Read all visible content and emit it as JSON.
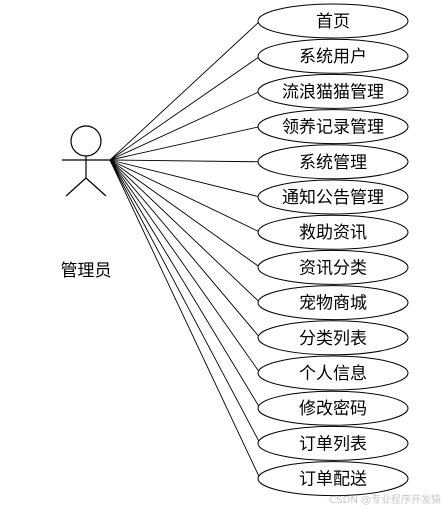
{
  "actor": {
    "label": "管理员"
  },
  "use_cases": [
    {
      "label": "首页"
    },
    {
      "label": "系统用户"
    },
    {
      "label": "流浪猫猫管理"
    },
    {
      "label": "领养记录管理"
    },
    {
      "label": "系统管理"
    },
    {
      "label": "通知公告管理"
    },
    {
      "label": "救助资讯"
    },
    {
      "label": "资讯分类"
    },
    {
      "label": "宠物商城"
    },
    {
      "label": "分类列表"
    },
    {
      "label": "个人信息"
    },
    {
      "label": "修改密码"
    },
    {
      "label": "订单列表"
    },
    {
      "label": "订单配送"
    }
  ],
  "watermark": "CSDN @专业程序开发猿"
}
